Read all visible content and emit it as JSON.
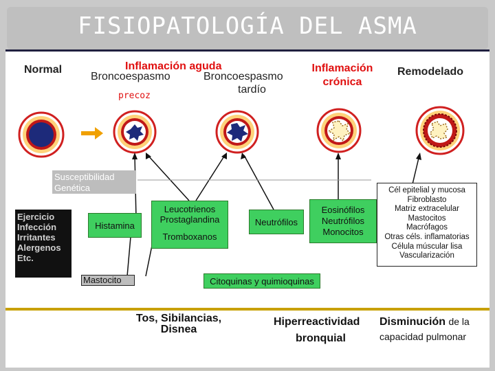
{
  "title": "FISIOPATOLOGÍA DEL ASMA",
  "stages": {
    "normal": "Normal",
    "acute_header": "Inflamación aguda",
    "early_1": "Broncoespasmo",
    "early_2": "precoz",
    "late_1": "Broncoespasmo",
    "late_2": "tardío",
    "chronic": "Inflamación crónica",
    "remodel": "Remodelado"
  },
  "susceptibility": "Susceptibilidad Genética",
  "triggers": [
    "Ejercicio",
    "Infección",
    "Irritantes",
    "Alergenos",
    "Etc."
  ],
  "histamina": "Histamina",
  "mediators": {
    "line1": "Leucotrienos",
    "line2": "Prostaglandina",
    "line3": "Tromboxanos"
  },
  "neutrofilos": "Neutrófilos",
  "chronic_cells": [
    "Eosinófilos",
    "Neutrófilos",
    "Monocitos"
  ],
  "remodel_cells": [
    "Cél epitelial y mucosa",
    "Fibroblasto",
    "Matriz extracelular",
    "Mastocitos",
    "Macrófagos",
    "Otras céls. inflamatorias",
    "Célula múscular lisa",
    "Vascularización"
  ],
  "mastocito": "Mastocito",
  "citoquinas": "Citoquinas y quimioquinas",
  "outcomes": {
    "symptoms_1": "Tos, Sibilancias,",
    "symptoms_2": "Disnea",
    "hyper_1": "Hiperreactividad",
    "hyper_2": "bronquial",
    "decrease_1": "Disminución",
    "decrease_2": "de la",
    "decrease_3": "capacidad pulmonar"
  },
  "colors": {
    "green": "#3fcf5f",
    "red": "#e01010",
    "arrow_orange": "#f0a000",
    "bar_gold": "#c8a000"
  }
}
